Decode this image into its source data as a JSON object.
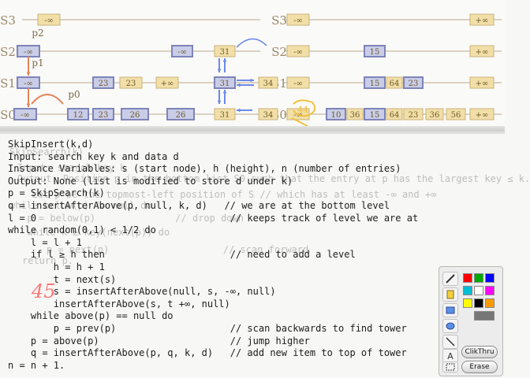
{
  "colors": {
    "node_fill": "#f2dfa8",
    "node_stroke": "#c9b27a",
    "ptr_fill": "#c9cde8",
    "ptr_stroke": "#7e84b8",
    "arrow_blue": "#6d89e8",
    "arrow_orange": "#e6845a",
    "ink_yellow": "#f0c040",
    "ink_red": "#ff6b6b"
  },
  "left_skiplist": {
    "level_labels": [
      "S3",
      "S2",
      "S1",
      "S0"
    ],
    "pointer_labels": [
      "p2",
      "p1",
      "p0"
    ],
    "cells": {
      "neg_inf": "-∞",
      "pos_inf": "+∞",
      "v31": "31",
      "v23": "23",
      "v12": "12",
      "v26": "26",
      "v34": "34"
    }
  },
  "right_skiplist": {
    "level_labels": [
      "S3",
      "S2",
      "S1",
      "S0"
    ],
    "cells": {
      "neg_inf": "-∞",
      "pos_inf": "+∞",
      "v15": "15",
      "v64": "64",
      "v23": "23",
      "v10": "10",
      "v36": "36",
      "v56": "56",
      "v44": "44"
    }
  },
  "ghost_code": [
    "SkipSearch(k)",
    "Input: search key k",
    "Output: Position p in the bottom list S0 such that the entry at p has the largest key ≤ k.",
    "  Let p be the topmost-left position of S // which has at least -∞ and +∞",
    "while below(p) != null do",
    "  p = below(p)              // drop down",
    "  while k ≥ key(next(p)) do",
    "    p = next(p)                    // scan forward",
    "return p."
  ],
  "main_code": [
    "SkipInsert(k,d)",
    "Input: search key k and data d",
    "Instance Variables: s (start node), h (height), n (number of entries)",
    "Output: None (list is modified to store d under k)",
    "p = SkipSearch(k)",
    "q = insertAfterAbove(p, null, k, d)   // we are at the bottom level",
    "l = 0                                  // keeps track of level we are at",
    "while random(0,1) < 1/2 do",
    "    l = l + 1",
    "    if l ≥ h then                      // need to add a level",
    "        h = h + 1",
    "        t = next(s)",
    "        s = insertAfterAbove(null, s, -∞, null)",
    "        insertAfterAbove(s, t +∞, null)",
    "    while above(p) == null do",
    "        p = prev(p)                    // scan backwards to find tower",
    "    p = above(p)                       // jump higher",
    "    q = insertAfterAbove(p, q, k, d)   // add new item to top of tower",
    "n = n + 1."
  ],
  "ink_annotation": "45",
  "palette": {
    "tools": [
      "pen-icon",
      "highlighter-icon",
      "rectangle-icon",
      "ellipse-icon",
      "line-icon",
      "text-icon",
      "selection-icon"
    ],
    "tool_glyph_text": "A",
    "swatches": [
      "#ff0000",
      "#00aa00",
      "#0000ff",
      "#00bcd4",
      "#ffffff",
      "#ff00ff",
      "#ffff00",
      "#000000",
      "#ff9900",
      "#777777"
    ],
    "clickthru_label": "ClikThru",
    "erase_label": "Erase"
  }
}
